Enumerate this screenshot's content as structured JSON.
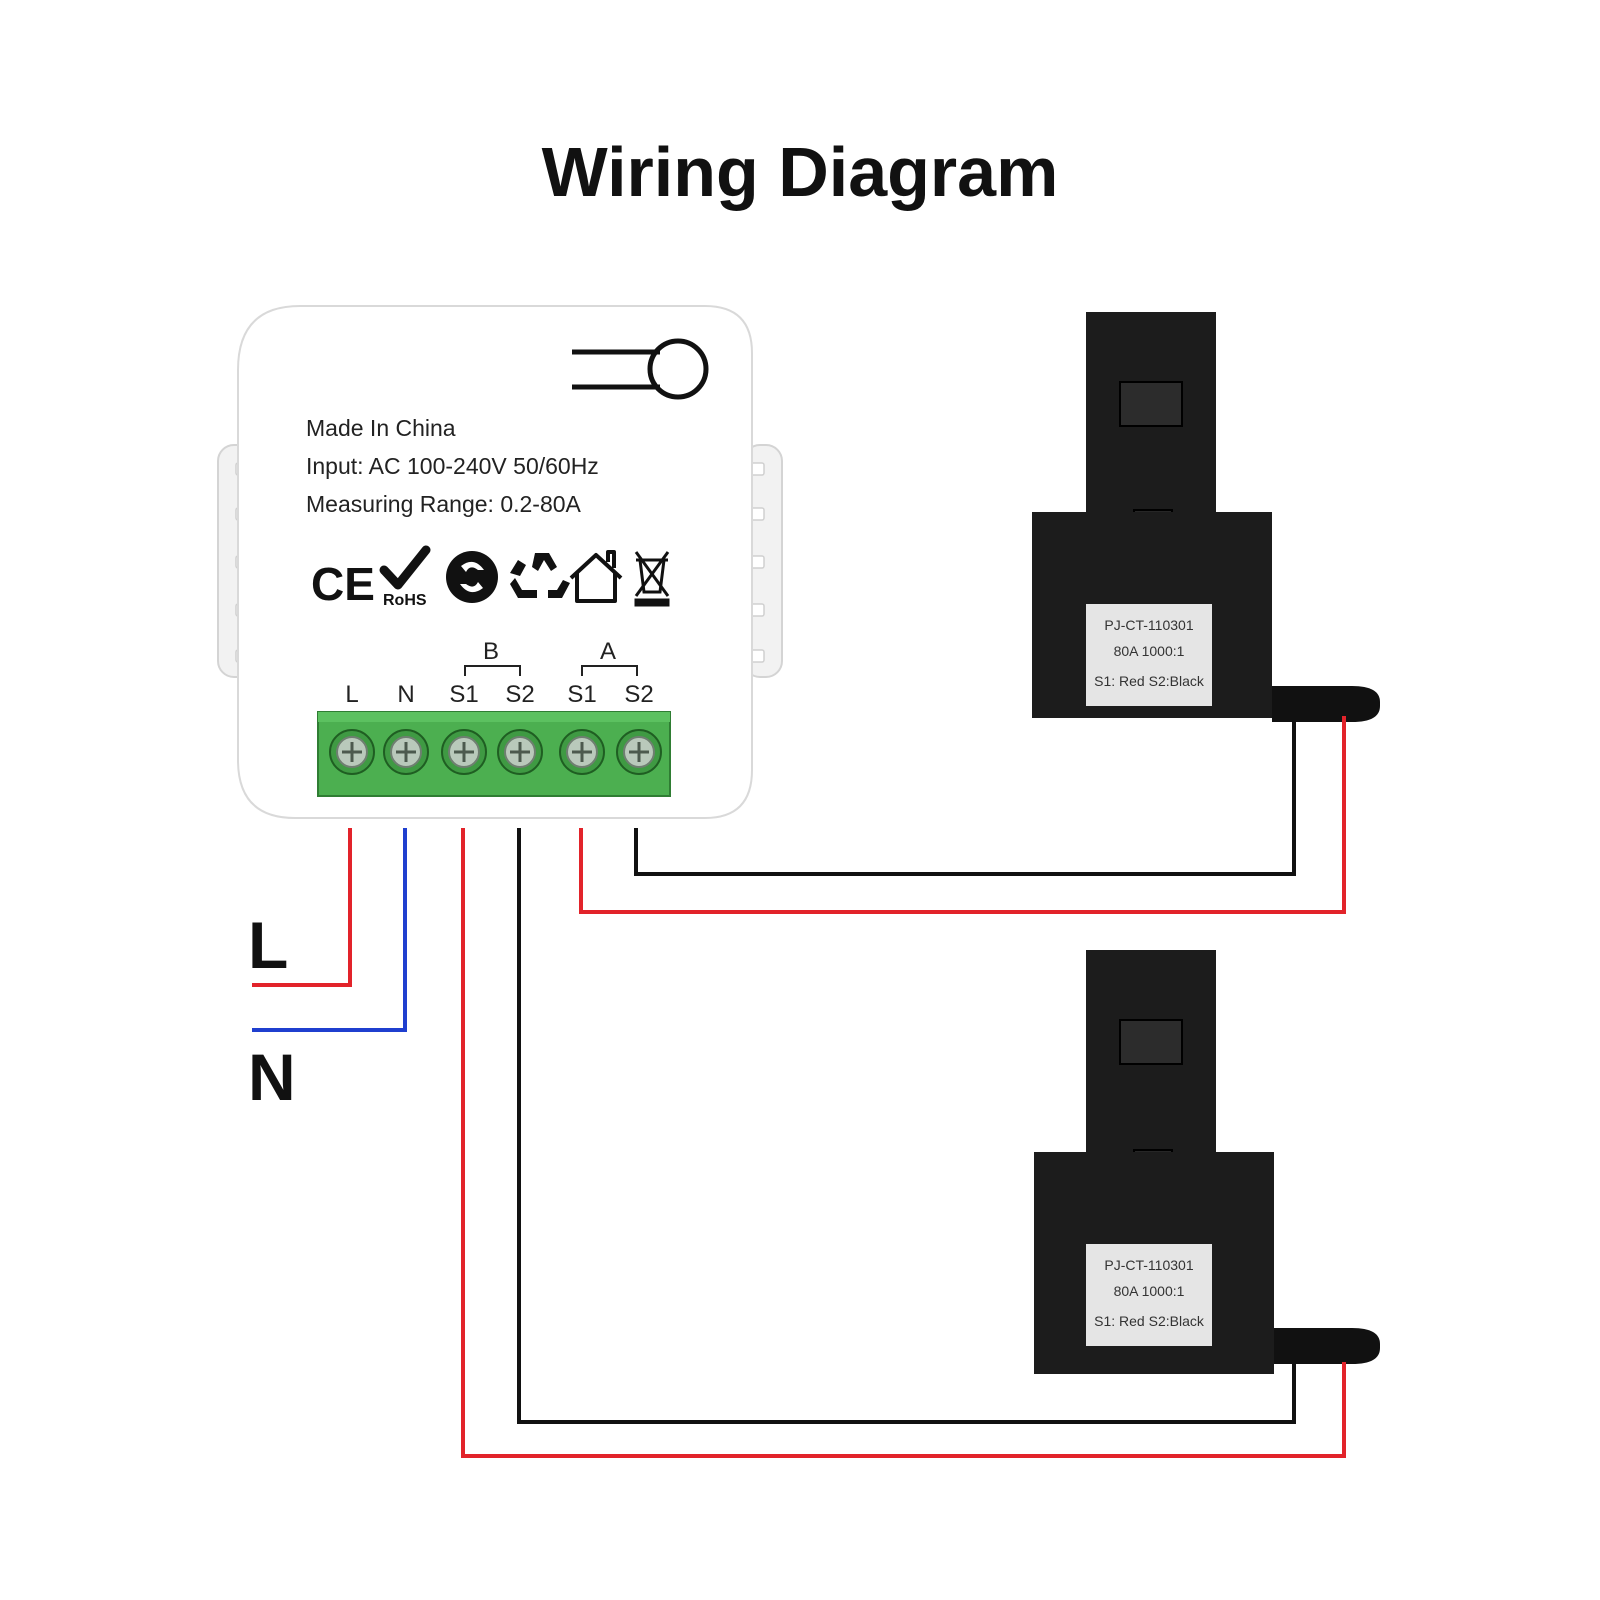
{
  "title": "Wiring Diagram",
  "device": {
    "lines": [
      "Made In China",
      "Input: AC 100-240V 50/60Hz",
      "Measuring Range: 0.2-80A"
    ],
    "certifications": [
      "CE",
      "RoHS"
    ],
    "icons": [
      "ce-mark-icon",
      "rohs-check-icon",
      "green-dot-icon",
      "recycle-icon",
      "house-icon",
      "weee-bin-icon"
    ],
    "terminal_groups": [
      "B",
      "A"
    ],
    "terminals": [
      "L",
      "N",
      "S1",
      "S2",
      "S1",
      "S2"
    ]
  },
  "sensors": [
    {
      "model": "PJ-CT-110301",
      "rating": "80A 1000:1",
      "wires": "S1: Red  S2:Black"
    },
    {
      "model": "PJ-CT-110301",
      "rating": "80A 1000:1",
      "wires": "S1: Red  S2:Black"
    }
  ],
  "supply_labels": {
    "live": "L",
    "neutral": "N"
  },
  "colors": {
    "live": "#e2232a",
    "neutral": "#1f3fcf",
    "signal_black": "#111111",
    "terminal_green": "#4caf50",
    "ct_body": "#1c1c1c"
  }
}
